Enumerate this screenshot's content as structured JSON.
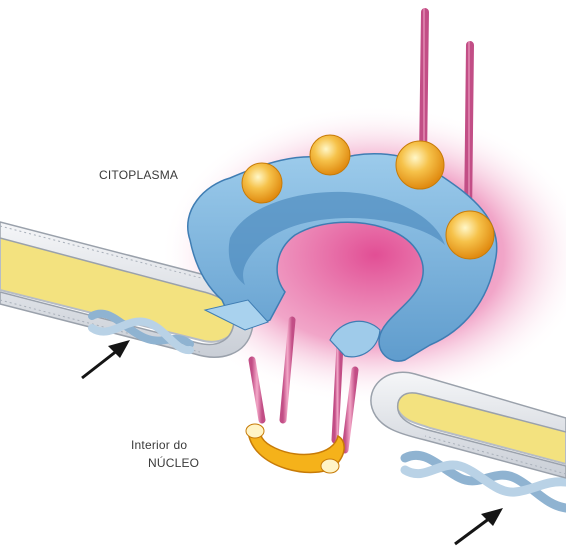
{
  "labels": {
    "cytoplasm": "CITOPLASMA",
    "nucleus_line1": "Interior do",
    "nucleus_line2": "NÚCLEO"
  },
  "colors": {
    "cytoplasm_glow": "#e0458f",
    "pore_complex": "#7fb6de",
    "pore_shadow": "#4f8cbf",
    "envelope_membrane": "#e3e6ea",
    "envelope_lumen": "#f6e27a",
    "fibril": "#de7fa8",
    "gold_bead": "#f4b431",
    "nuclear_basket_ring": "#f5b21a",
    "chromatin": "#9fc0da",
    "arrow": "#151515"
  },
  "icons": [
    "arrow-icon",
    "arrow-icon"
  ]
}
